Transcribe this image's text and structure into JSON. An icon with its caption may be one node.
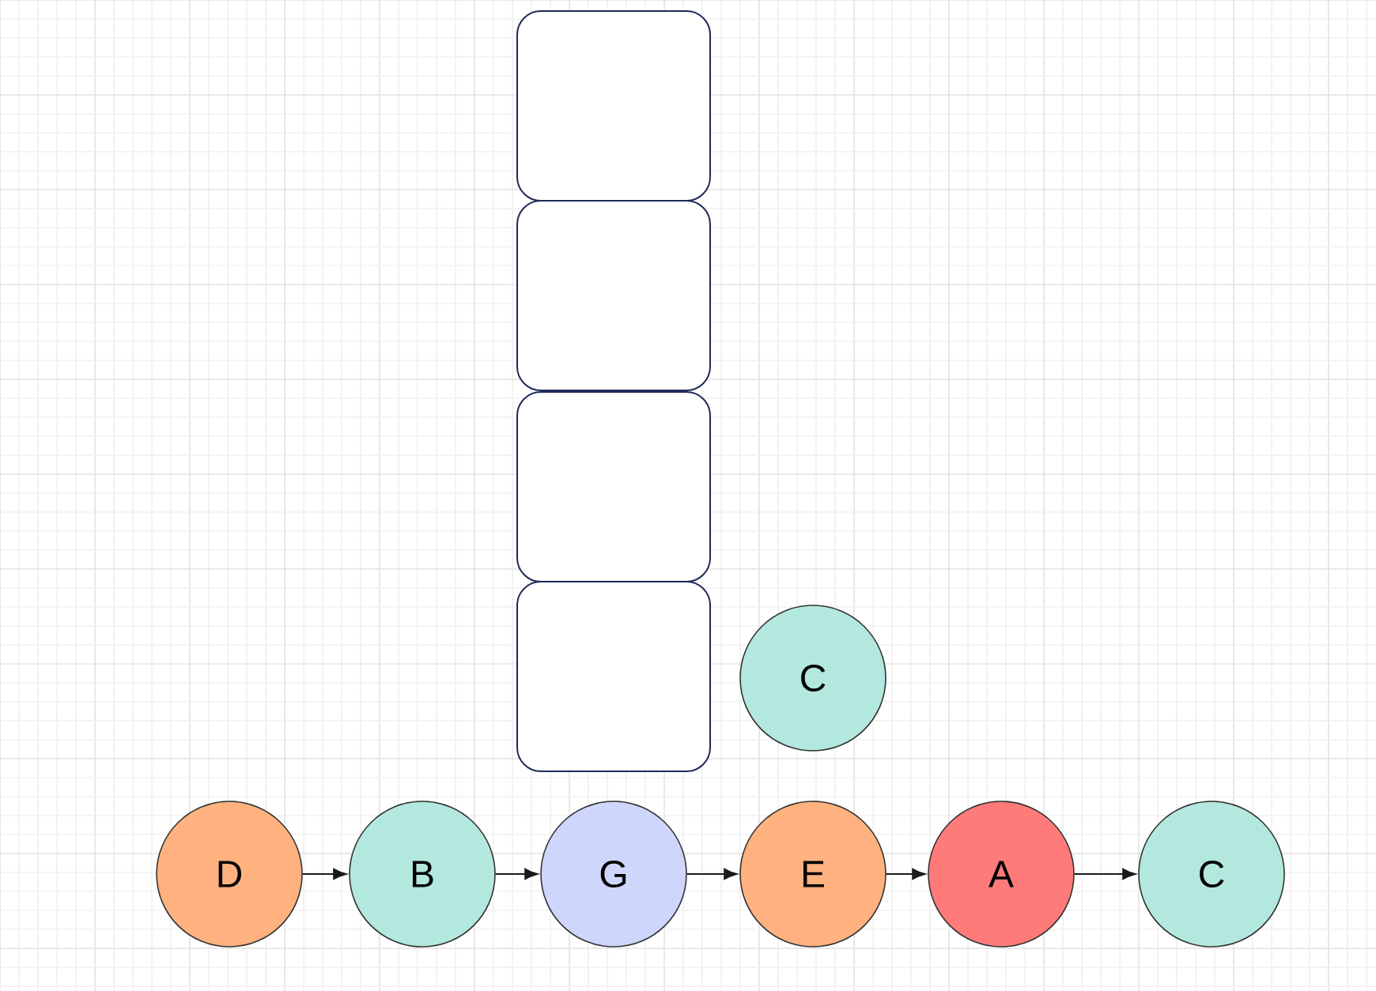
{
  "diagram": {
    "nodes": [
      {
        "text": [],
        "shape": "box"
      },
      {
        "text": [],
        "shape": "box"
      },
      {
        "text": [],
        "shape": "box"
      },
      {
        "text": [],
        "shape": "box"
      },
      {
        "text": [
          "C"
        ]
      },
      {
        "text": [
          "D"
        ]
      },
      {
        "text": [
          "B"
        ]
      },
      {
        "text": [
          "G"
        ]
      },
      {
        "text": [
          "E"
        ]
      },
      {
        "text": [
          "A"
        ]
      },
      {
        "text": [
          "C"
        ]
      }
    ],
    "edges": [
      {
        "from": 5,
        "to": 6,
        "arrow": "to"
      },
      {
        "from": 6,
        "to": 7,
        "arrow": "to"
      },
      {
        "from": 7,
        "to": 8,
        "arrow": "to"
      },
      {
        "from": 8,
        "to": 9,
        "arrow": "to"
      },
      {
        "from": 9,
        "to": 10,
        "arrow": "to"
      }
    ]
  }
}
